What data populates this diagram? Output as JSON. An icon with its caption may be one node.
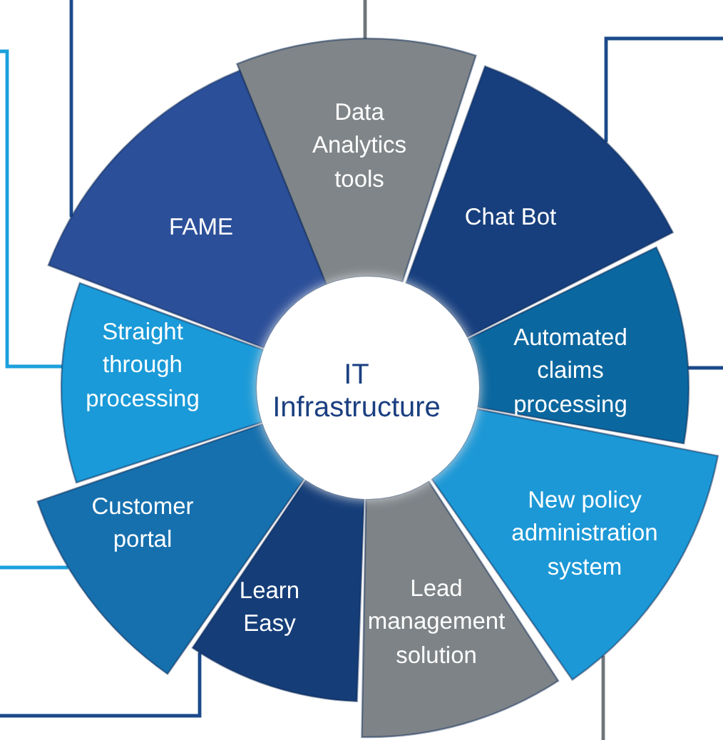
{
  "diagram": {
    "nodes": [
      {
        "text": [
          "Data Analytics tools"
        ]
      },
      {
        "text": [
          "FAME"
        ]
      },
      {
        "text": [
          "Chat Bot"
        ]
      },
      {
        "text": [
          "Straight through processing"
        ]
      },
      {
        "text": [
          "IT Infrastructure"
        ]
      },
      {
        "text": [
          "Automated claims processing"
        ]
      },
      {
        "text": [
          "Customer portal"
        ]
      },
      {
        "text": [
          "New policy administration system"
        ]
      },
      {
        "text": [
          "Learn Easy"
        ]
      },
      {
        "text": [
          "Lead management solution"
        ]
      }
    ],
    "edges": [
      {
        "from": null,
        "to": 1,
        "arrow": "none"
      },
      {
        "from": null,
        "to": 3,
        "arrow": "none",
        "color": "#1ba0dc"
      },
      {
        "from": null,
        "to": 0,
        "arrow": "none",
        "color": "#6f7579"
      },
      {
        "from": null,
        "to": 2,
        "arrow": "none"
      },
      {
        "from": null,
        "to": 5,
        "arrow": "none"
      },
      {
        "from": null,
        "to": 6,
        "arrow": "none",
        "color": "#1ba0dc"
      },
      {
        "from": null,
        "to": 8,
        "arrow": "none"
      },
      {
        "from": null,
        "to": 7,
        "arrow": "none",
        "color": "#6f7579"
      }
    ]
  }
}
